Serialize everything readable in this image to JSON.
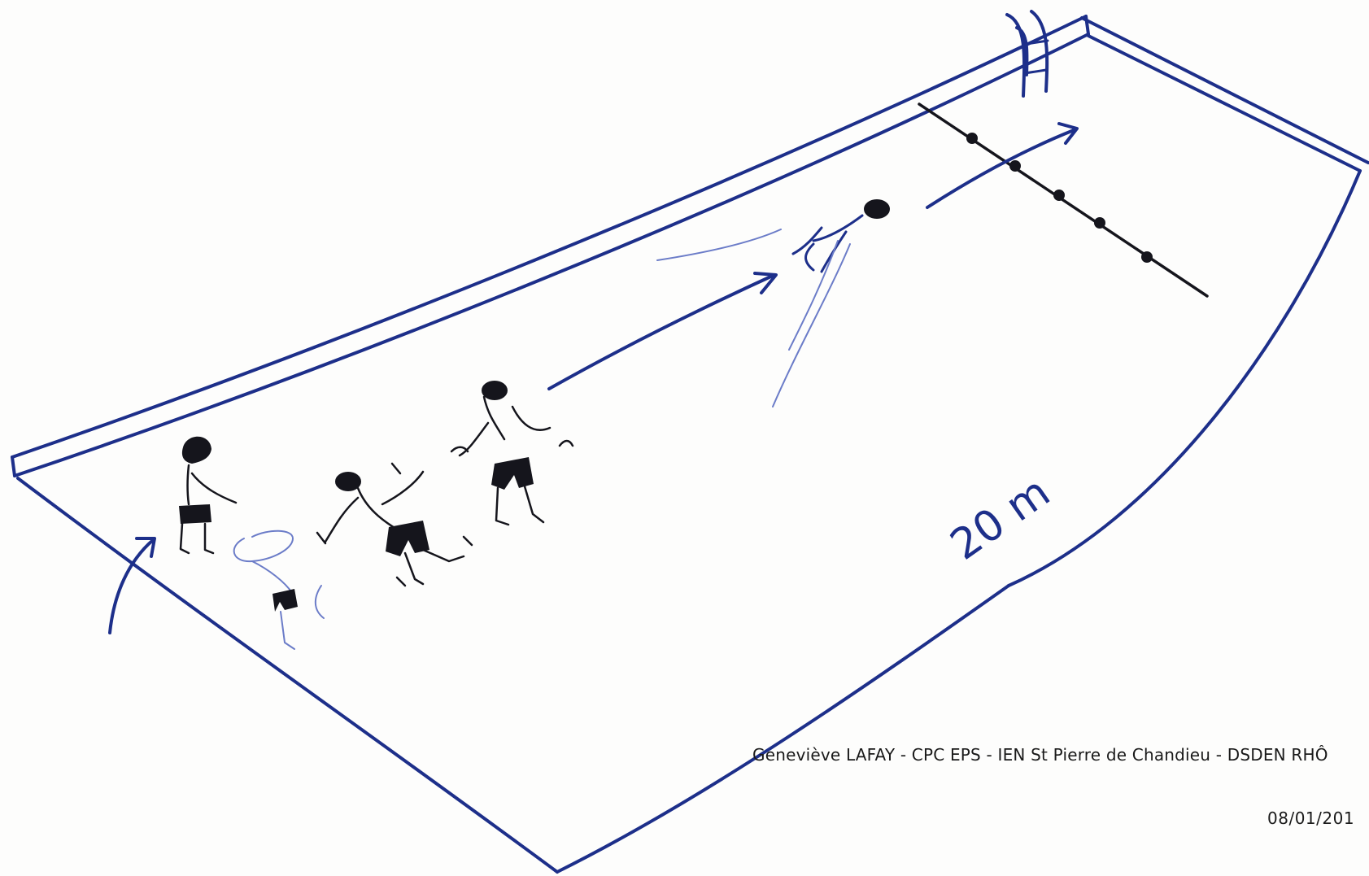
{
  "diagram": {
    "length_label": "20 m",
    "credit": "Geneviève LAFAY - CPC EPS - IEN St Pierre de Chandieu - DSDEN RHÔ",
    "date": "08/01/201"
  },
  "colors": {
    "ink_blue": "#1d2f8a",
    "ink_black": "#15151c",
    "paper": "#fdfdfc"
  }
}
